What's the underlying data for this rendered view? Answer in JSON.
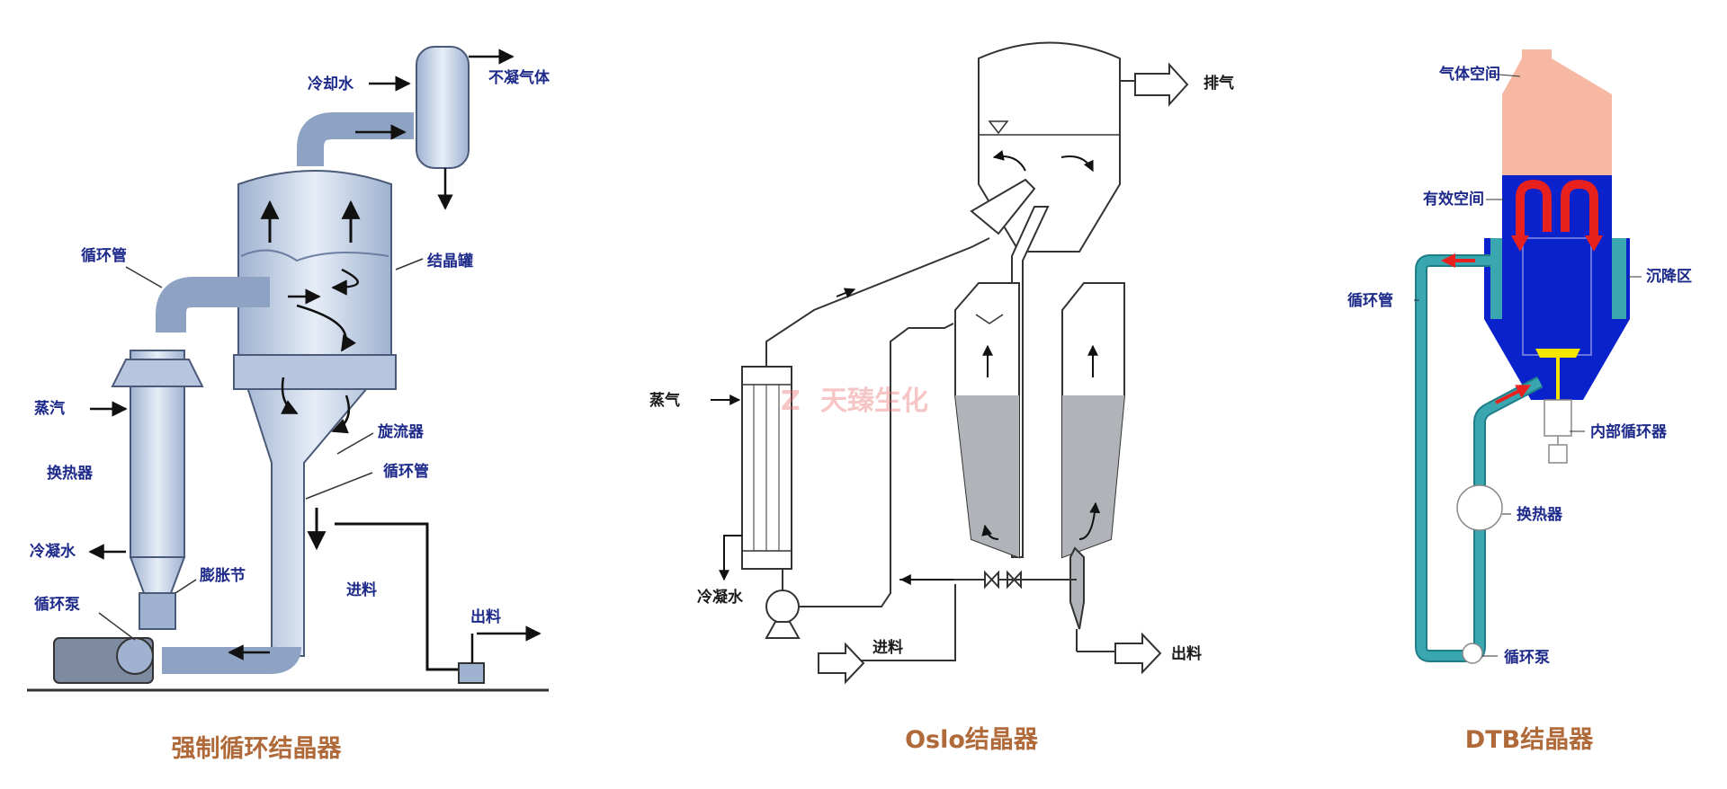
{
  "diagram1": {
    "caption": "强制循环结晶器",
    "labels": {
      "cooling_water": "冷却水",
      "noncondensable_gas": "不凝气体",
      "circulation_pipe_top": "循环管",
      "crystallizer_tank": "结晶罐",
      "steam": "蒸汽",
      "heat_exchanger": "换热器",
      "cyclone": "旋流器",
      "circulation_pipe_right": "循环管",
      "condensate_water": "冷凝水",
      "expansion_joint": "膨胀节",
      "feed": "进料",
      "circulation_pump": "循环泵",
      "discharge": "出料"
    }
  },
  "diagram2": {
    "caption": "Oslo结晶器",
    "labels": {
      "exhaust": "排气",
      "steam": "蒸气",
      "condensate_water": "冷凝水",
      "feed": "进料",
      "discharge": "出料"
    }
  },
  "diagram3": {
    "caption": "DTB结晶器",
    "labels": {
      "gas_space": "气体空间",
      "effective_space": "有效空间",
      "settling_zone": "沉降区",
      "circulation_pipe": "循环管",
      "internal_circulator": "内部循环器",
      "heat_exchanger": "换热器",
      "circulation_pump": "循环泵"
    }
  },
  "watermark": {
    "logo_text": "Z",
    "text": "天臻生化"
  },
  "colors": {
    "label": "#1d2a8a",
    "caption": "#b06a3a",
    "vessel": "#c9d6ea",
    "gas_space": "#f6b8a2",
    "liquid_blue": "#0a22cc",
    "pipe_teal": "#3aa6b0",
    "flow_arrow_red": "#e8211e"
  }
}
